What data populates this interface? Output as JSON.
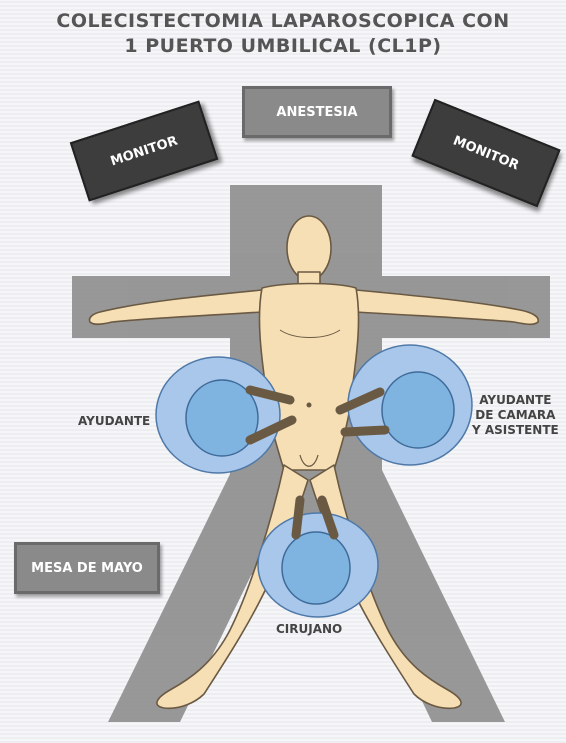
{
  "title": {
    "line1": "COLECISTECTOMIA LAPAROSCOPICA CON",
    "line2": "1 PUERTO UMBILICAL (CL1P)"
  },
  "boxes": {
    "anestesia": "ANESTESIA",
    "monitor_left": "MONITOR",
    "monitor_right": "MONITOR",
    "mesa": "MESA DE MAYO"
  },
  "labels": {
    "ayudante": "AYUDANTE",
    "camara_line1": "AYUDANTE",
    "camara_line2": "DE CAMARA",
    "camara_line3": "Y ASISTENTE",
    "cirujano": "CIRUJANO"
  },
  "colors": {
    "table": "#8f8f8f",
    "skin": "#f6dfb5",
    "gown": "#a9c7ea",
    "cap": "#7fb4e0"
  }
}
